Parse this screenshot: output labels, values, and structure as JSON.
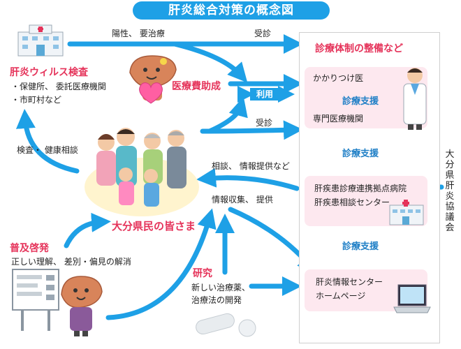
{
  "title": "肝炎総合対策の概念図",
  "flow_labels": {
    "positive": "陽性、 要治療",
    "visit_top": "受診",
    "riyou": "利用",
    "visit_mid": "受診",
    "exam": "検査・ 健康相談",
    "consult": "相談、 情報提供など",
    "collect": "情報収集、 提供"
  },
  "boxes": {
    "virus_exam_title": "肝炎ウィルス検査",
    "virus_exam_item1": "・保健所、 委託医療機関",
    "virus_exam_item2": "・市町村など",
    "subsidy": "医療費助成",
    "residents": "大分県民の皆さま",
    "awareness_title": "普及啓発",
    "awareness_text": "正しい理解、 差別・偏見の解消",
    "research_title": "研究",
    "research_line1": "新しい治療薬、",
    "research_line2": "治療法の開発"
  },
  "panel": {
    "header": "診療体制の整備など",
    "family_doctor": "かかりつけ医",
    "support_inner": "診療支援",
    "specialist": "専門医療機関",
    "support_1": "診療支援",
    "hub_line1": "肝疾患診療連携拠点病院",
    "hub_line2": "肝疾患相談センター",
    "support_2": "診療支援",
    "info_line1": "肝炎情報センター",
    "info_line2": "ホームページ"
  },
  "council": "大分県肝炎協議会",
  "colors": {
    "arrow": "#1ea0e6",
    "accent_red": "#e5335a",
    "accent_blue": "#1f7fc6",
    "panel_pink": "#fde8ef"
  },
  "icons": [
    "hospital-icon",
    "liver-mascot-icon",
    "heart-icon",
    "family-illustration",
    "doctor-icon",
    "laptop-icon",
    "capsule-icon",
    "whiteboard-icon"
  ]
}
